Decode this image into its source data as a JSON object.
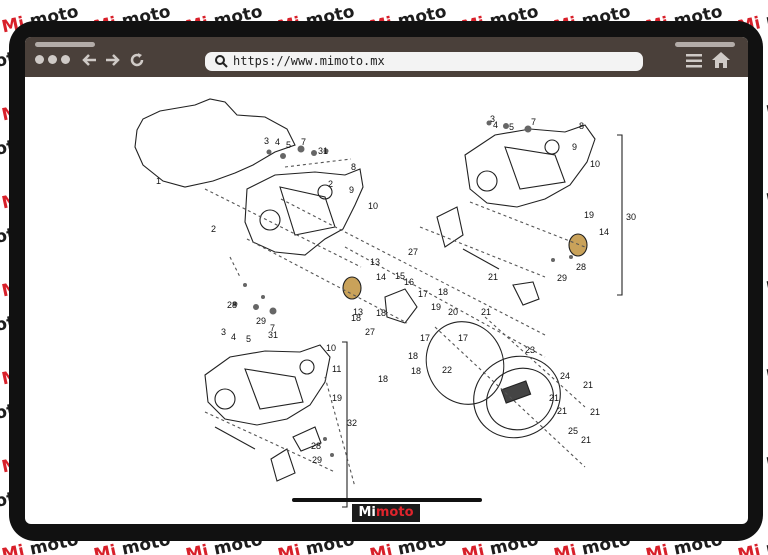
{
  "watermark": {
    "brand_first": "Mi",
    "brand_second": "moto",
    "accent_color": "#d8202a"
  },
  "browser": {
    "url": "https://www.mimoto.mx",
    "icons": [
      "back-arrow-icon",
      "forward-arrow-icon",
      "reload-icon",
      "search-icon",
      "menu-icon",
      "home-icon"
    ]
  },
  "footer_logo": {
    "first": "Mi",
    "second": "moto"
  },
  "diagram": {
    "part_numbers": [
      "1",
      "2",
      "2",
      "3",
      "3",
      "3",
      "4",
      "4",
      "4",
      "5",
      "5",
      "5",
      "7",
      "7",
      "7",
      "8",
      "8",
      "9",
      "9",
      "10",
      "10",
      "10",
      "11",
      "13",
      "13",
      "14",
      "14",
      "15",
      "16",
      "17",
      "17",
      "17",
      "18",
      "18",
      "18",
      "18",
      "18",
      "18",
      "19",
      "19",
      "19",
      "20",
      "21",
      "21",
      "21",
      "21",
      "21",
      "21",
      "21",
      "22",
      "23",
      "24",
      "25",
      "27",
      "27",
      "28",
      "28",
      "28",
      "29",
      "29",
      "29",
      "30",
      "31",
      "31",
      "32"
    ]
  }
}
